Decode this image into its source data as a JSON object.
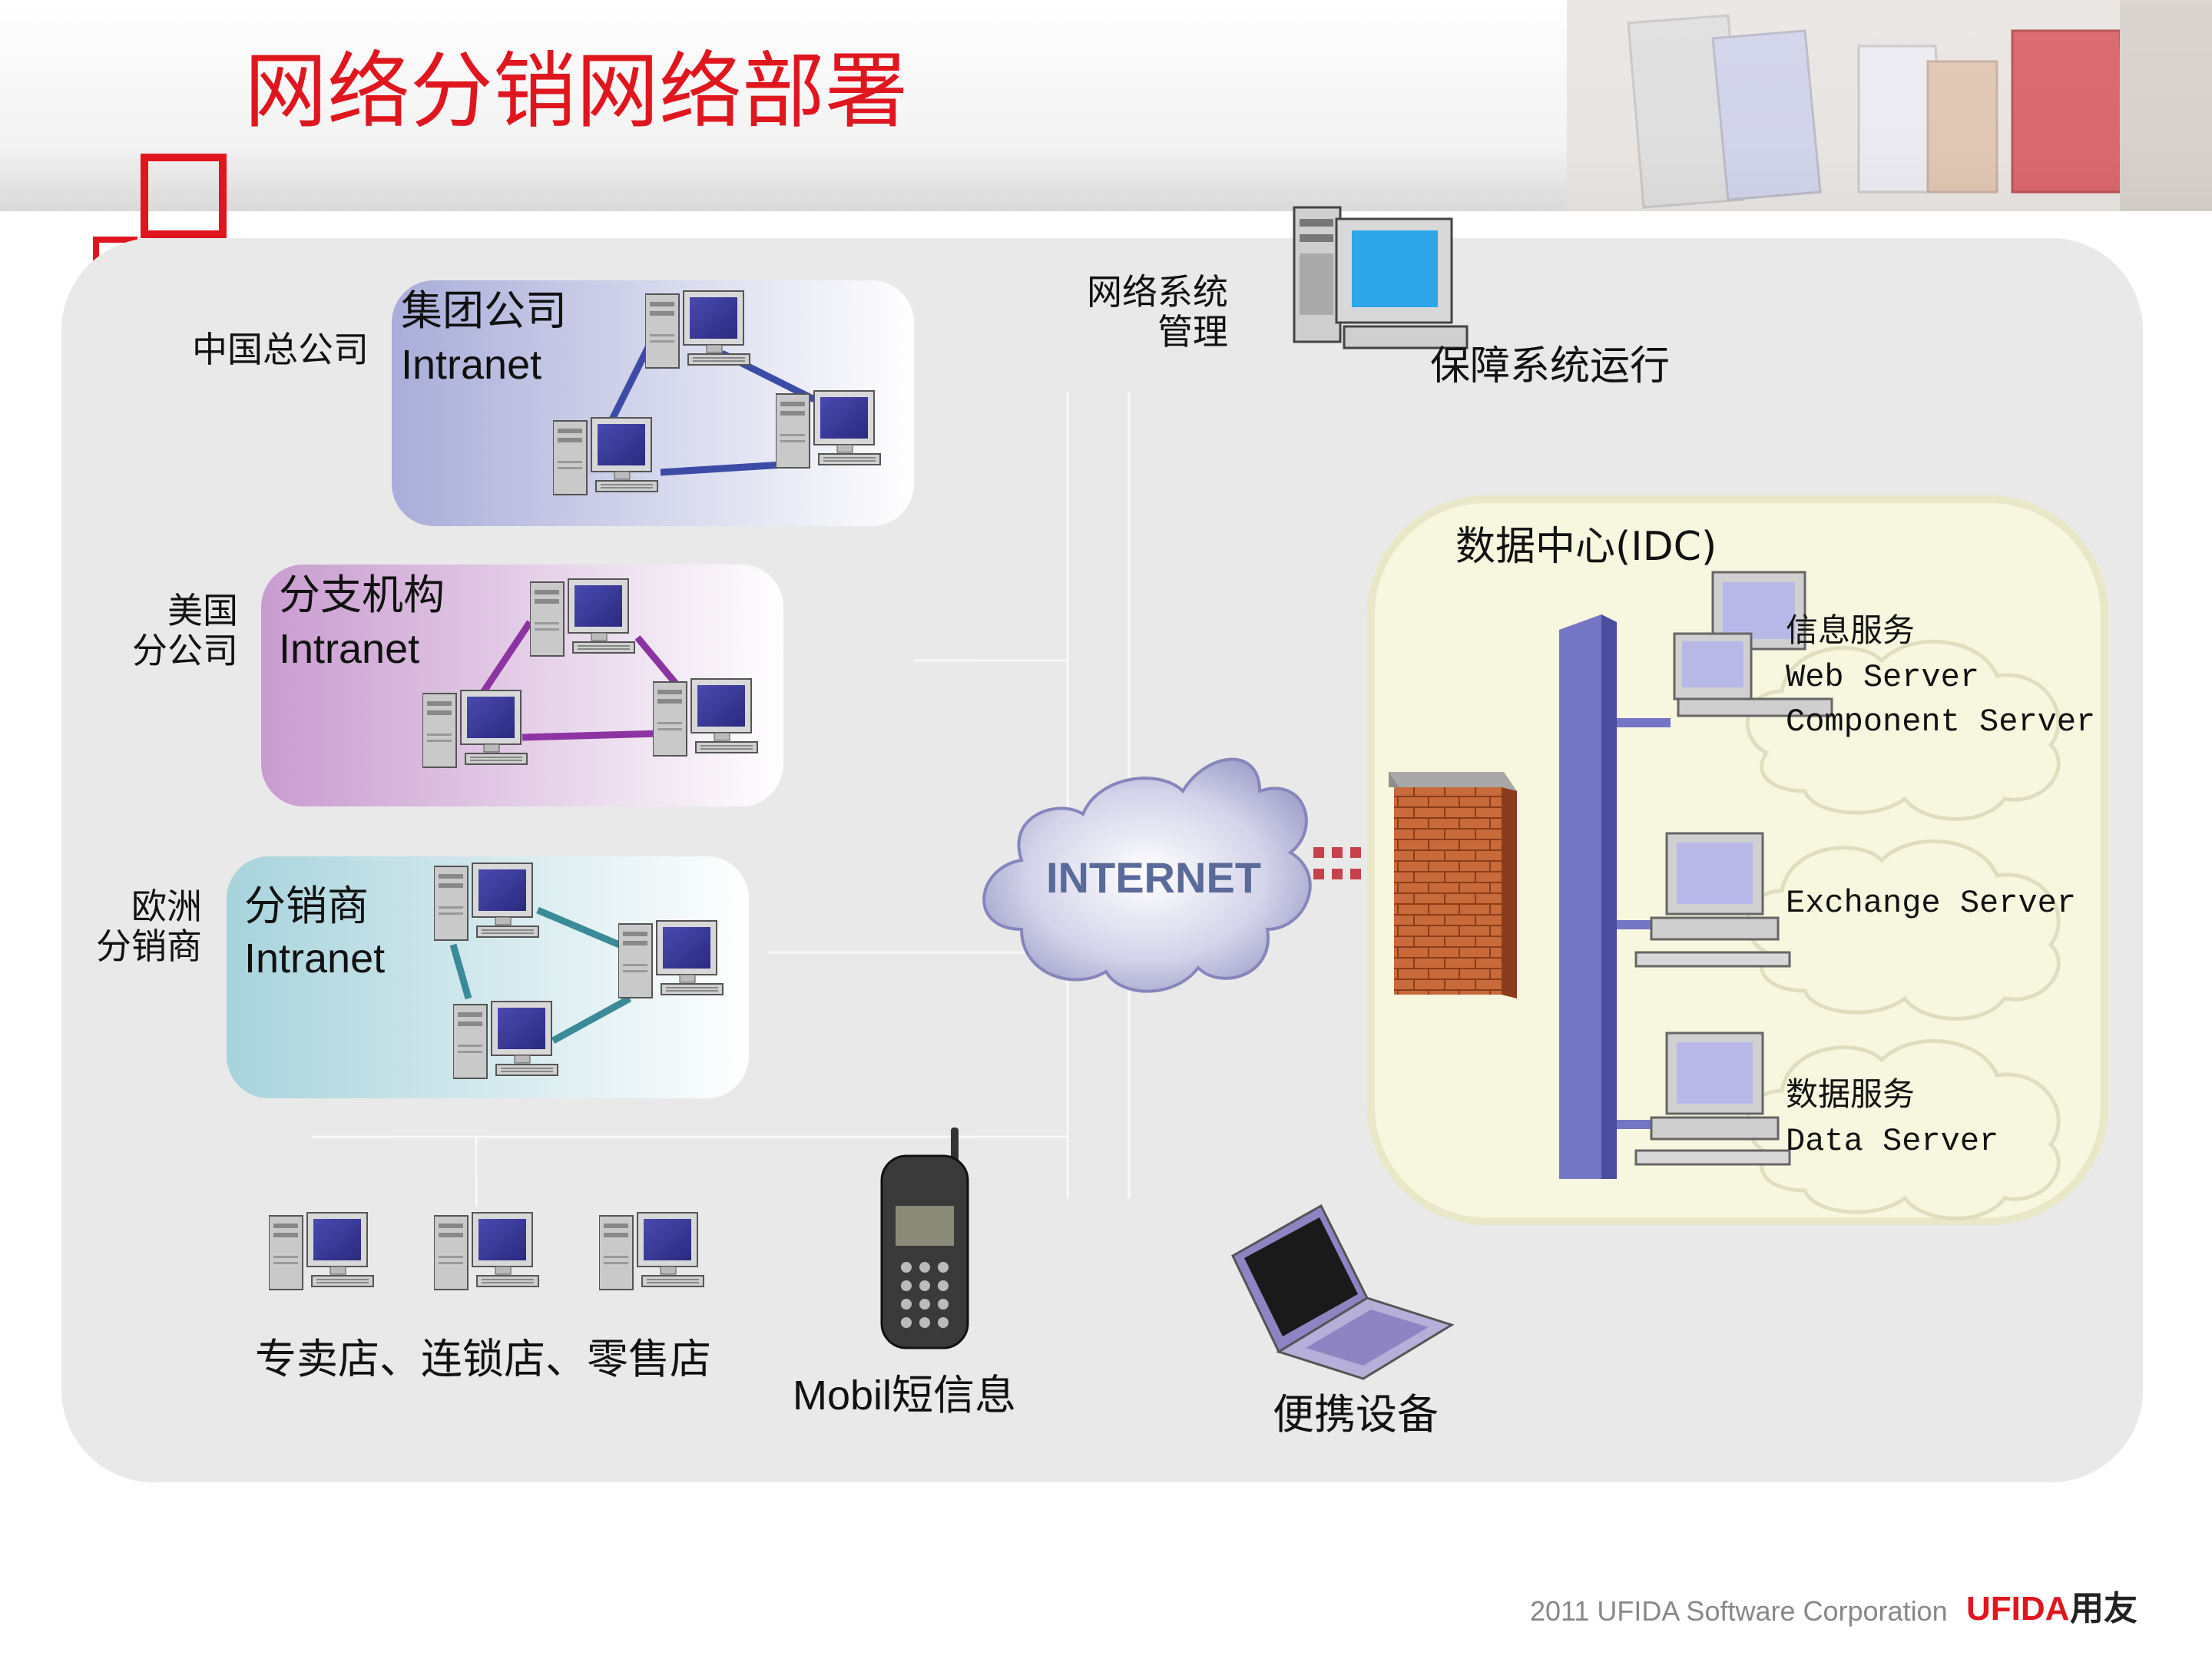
{
  "title": "网络分销网络部署",
  "groups": [
    {
      "location": "中国总公司",
      "name": "集团公司",
      "network": "Intranet"
    },
    {
      "location": "美国\n分公司",
      "name": "分支机构",
      "network": "Intranet"
    },
    {
      "location": "欧洲\n分销商",
      "name": "分销商",
      "network": "Intranet"
    }
  ],
  "management": {
    "label": "网络系统\n管理",
    "caption": "保障系统运行"
  },
  "internet": {
    "label": "INTERNET"
  },
  "idc": {
    "title": "数据中心(IDC)",
    "servers": [
      {
        "text": "信息服务\nWeb Server\nComponent Server"
      },
      {
        "text": "Exchange Server"
      },
      {
        "text": "数据服务\nData Server"
      }
    ]
  },
  "clients": {
    "shops": "专卖店、连锁店、零售店",
    "mobile": "Mobil短信息",
    "portable": "便携设备"
  },
  "footer": {
    "copyright": "2011 UFIDA Software Corporation",
    "logo_text": "UFIDA",
    "logo_cn": "用友"
  },
  "colors": {
    "title_red": "#e0161f",
    "group1": "#a9add9",
    "group2": "#c89bcf",
    "group3": "#a7d3dc",
    "link1": "#3c4ca6",
    "link2": "#8c35a2",
    "link3": "#3b8a99",
    "idc_bg": "#f7f7df",
    "bus": "#7575c5",
    "firewall": "#c96a3a"
  }
}
